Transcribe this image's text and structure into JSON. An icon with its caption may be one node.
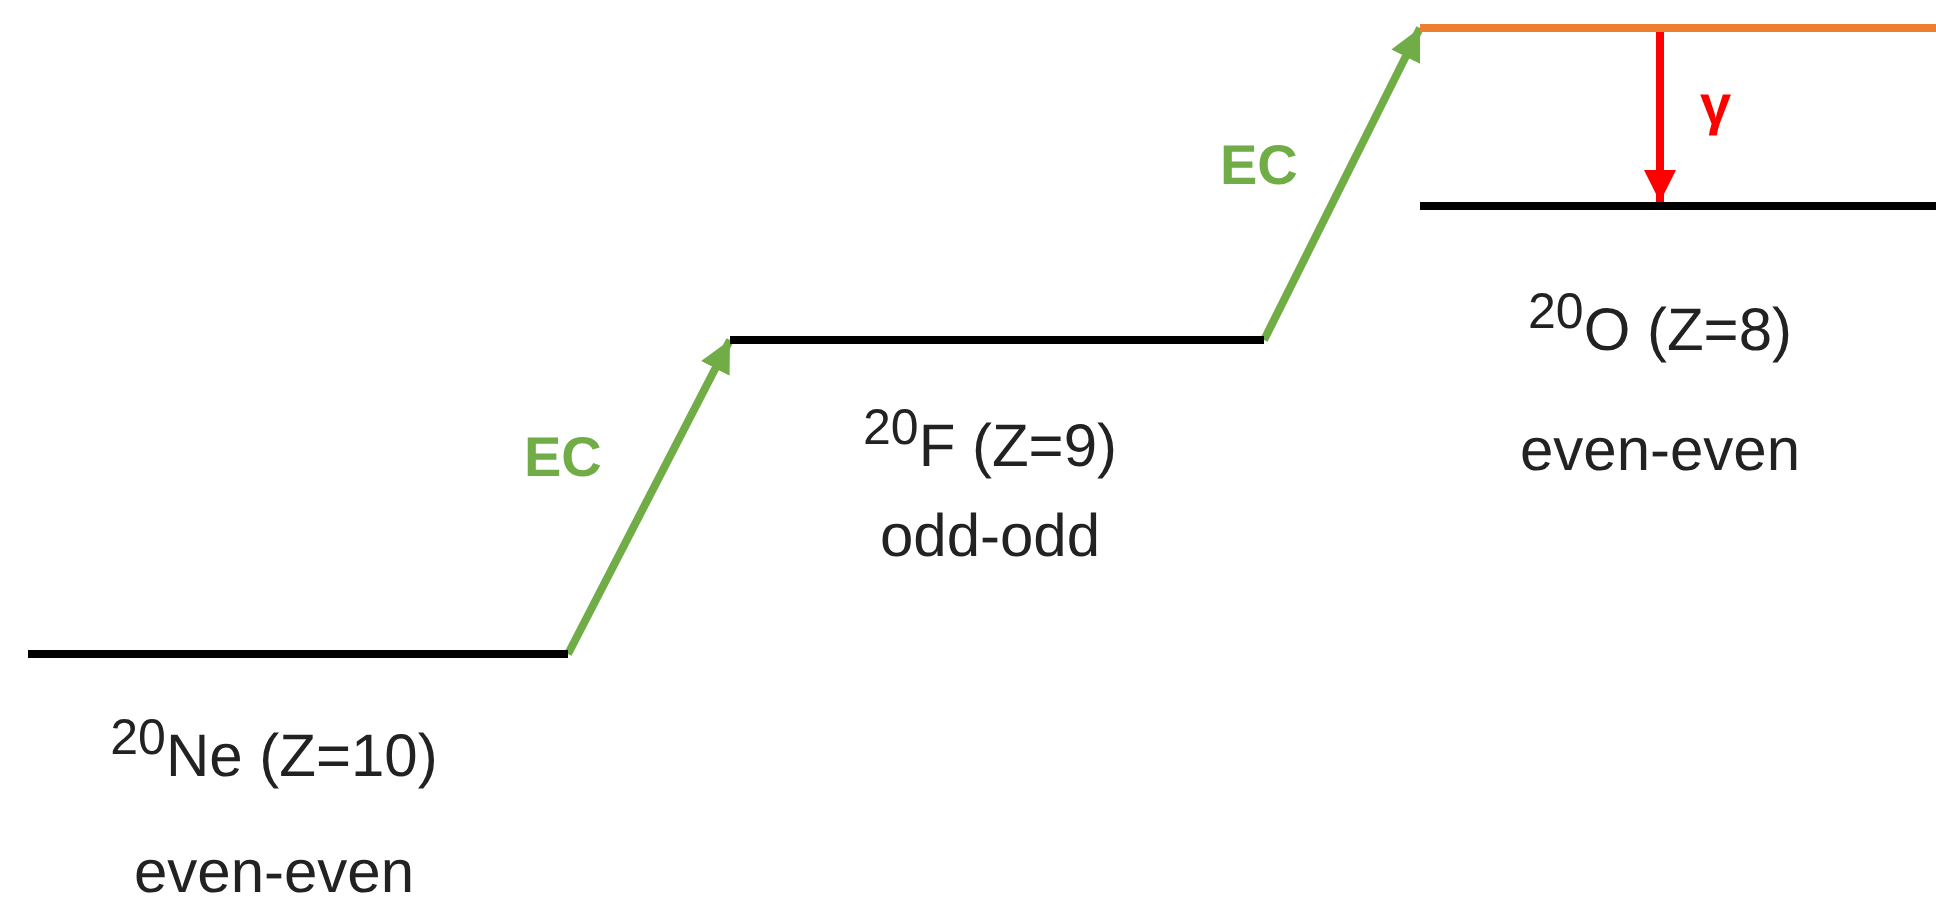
{
  "diagram": {
    "nodes": [
      {
        "text": [],
        "shape": "bar",
        "beside": [
          "$^{20}$Ne (Z=10)",
          "even-even"
        ]
      },
      {
        "text": [],
        "shape": "bar",
        "beside": [
          "$^{20}$F (Z=9)",
          "odd-odd"
        ]
      },
      {
        "text": [],
        "shape": "bar"
      },
      {
        "text": [],
        "shape": "bar",
        "beside": [
          "$^{20}$O (Z=8)",
          "even-even"
        ]
      }
    ],
    "edges": [
      {
        "from": 0,
        "to": 1,
        "arrow": "to",
        "label": "EC"
      },
      {
        "from": 1,
        "to": 2,
        "arrow": "to",
        "label": "EC"
      },
      {
        "from": 2,
        "to": 3,
        "arrow": "to",
        "label": "γ",
        "color": "#ff0000"
      }
    ]
  }
}
